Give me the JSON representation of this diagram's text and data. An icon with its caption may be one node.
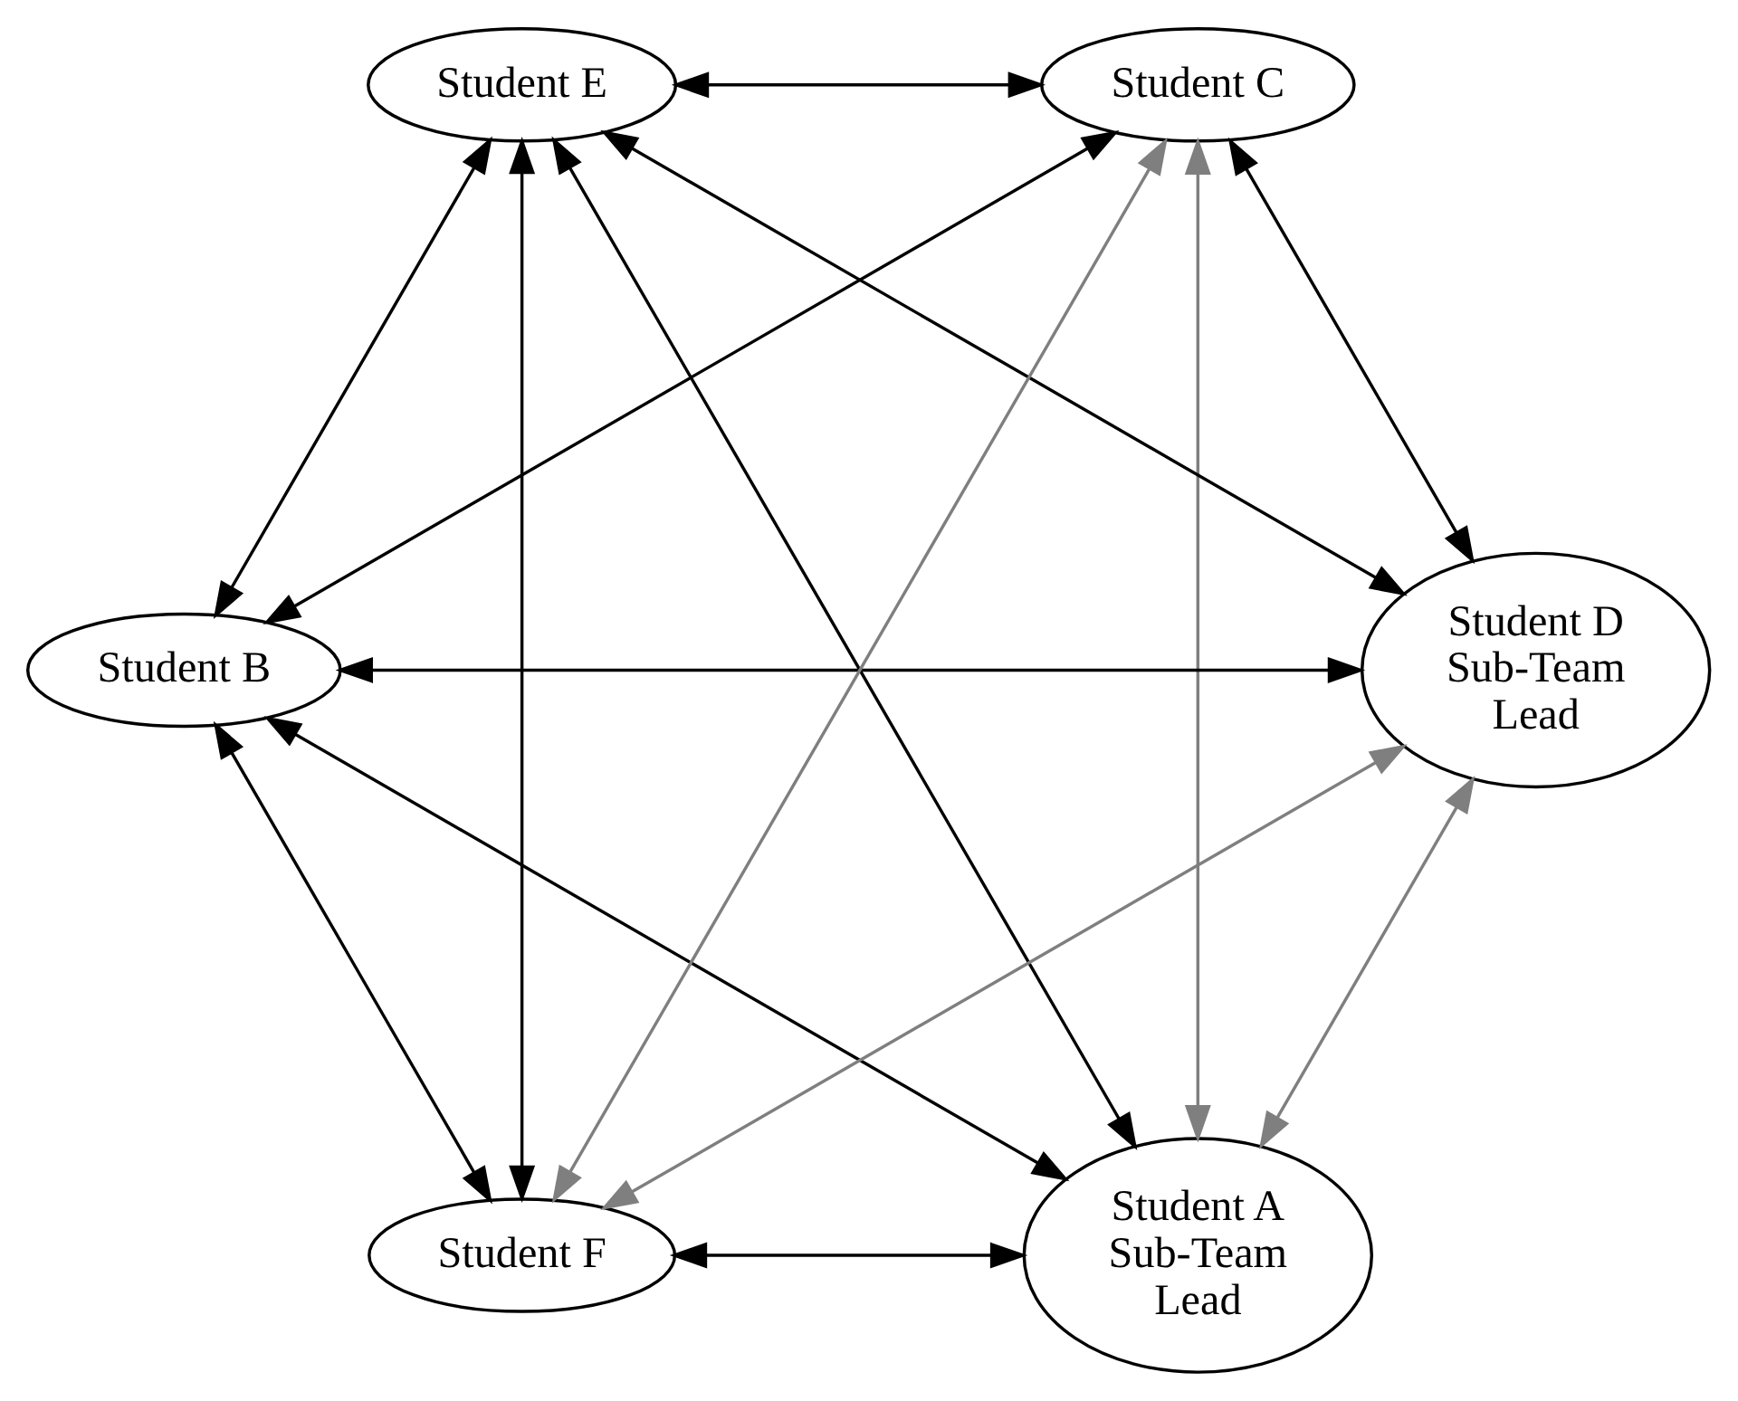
{
  "diagram": {
    "nodes": [
      {
        "text": [
          "Student A Sub-Team Lead"
        ]
      },
      {
        "text": [
          "Student D Sub-Team Lead"
        ]
      },
      {
        "text": [
          "Student B"
        ]
      },
      {
        "text": [
          "Student E"
        ]
      },
      {
        "text": [
          "Student C"
        ]
      },
      {
        "text": [
          "Student F"
        ]
      }
    ],
    "edges": [
      {
        "from": 0,
        "to": 1,
        "arrow": "both",
        "color": "#7f7f7f"
      },
      {
        "from": 0,
        "to": 2,
        "arrow": "both"
      },
      {
        "from": 0,
        "to": 3,
        "arrow": "both"
      },
      {
        "from": 0,
        "to": 4,
        "arrow": "both",
        "color": "#7f7f7f"
      },
      {
        "from": 0,
        "to": 5,
        "arrow": "both"
      },
      {
        "from": 1,
        "to": 2,
        "arrow": "both"
      },
      {
        "from": 1,
        "to": 3,
        "arrow": "both"
      },
      {
        "from": 1,
        "to": 4,
        "arrow": "both"
      },
      {
        "from": 1,
        "to": 5,
        "arrow": "both",
        "color": "#7f7f7f"
      },
      {
        "from": 2,
        "to": 3,
        "arrow": "both"
      },
      {
        "from": 2,
        "to": 4,
        "arrow": "both"
      },
      {
        "from": 2,
        "to": 5,
        "arrow": "both"
      },
      {
        "from": 3,
        "to": 4,
        "arrow": "both"
      },
      {
        "from": 3,
        "to": 5,
        "arrow": "both"
      },
      {
        "from": 4,
        "to": 5,
        "arrow": "both",
        "color": "#7f7f7f"
      }
    ]
  }
}
